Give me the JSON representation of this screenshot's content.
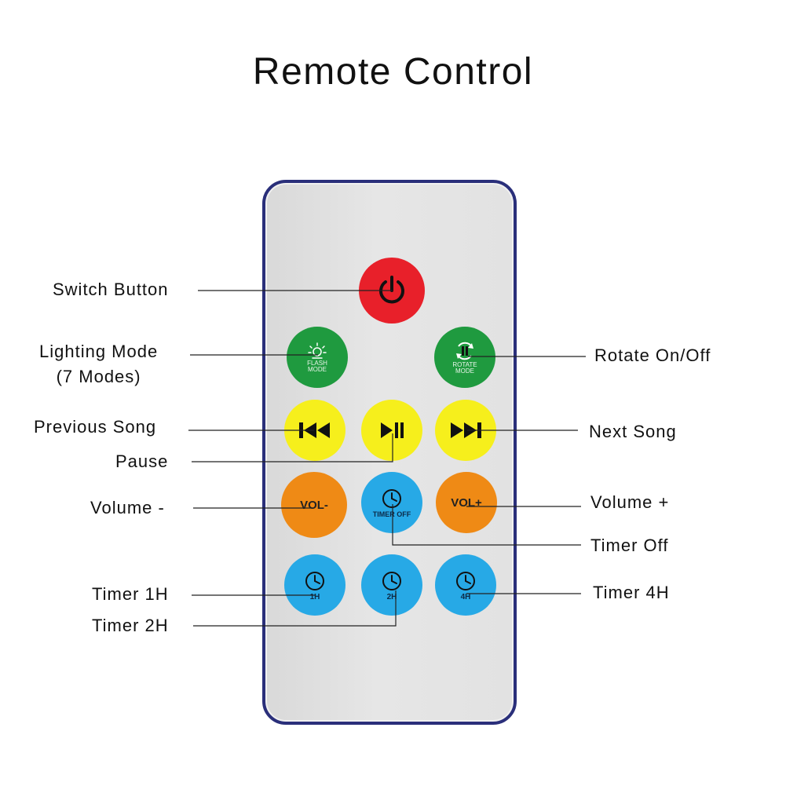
{
  "title": "Remote Control",
  "buttons": {
    "flash_cap_1": "FLASH",
    "flash_cap_2": "MODE",
    "rotate_cap_1": "ROTATE",
    "rotate_cap_2": "MODE",
    "vol_minus": "VOL-",
    "vol_plus": "VOL+",
    "timer_off": "TIMER OFF",
    "timer_1h": "1H",
    "timer_2h": "2H",
    "timer_4h": "4H"
  },
  "labels": {
    "switch": "Switch Button",
    "lighting_1": "Lighting Mode",
    "lighting_2": "(7 Modes)",
    "rotate": "Rotate On/Off",
    "previous": "Previous Song",
    "next": "Next Song",
    "pause": "Pause",
    "volume_minus": "Volume -",
    "volume_plus": "Volume +",
    "timer_off": "Timer Off",
    "timer_1h": "Timer 1H",
    "timer_4h": "Timer 4H",
    "timer_2h": "Timer 2H"
  },
  "colors": {
    "power": "#e8202a",
    "mode": "#1f9a3f",
    "track": "#f6ef1c",
    "volume": "#ef8a15",
    "timer": "#27a9e6",
    "remote_border": "#2a2f7a"
  },
  "icons": {
    "power": "power-icon",
    "flash": "sun-icon",
    "rotate": "rotate-icon",
    "previous": "previous-track-icon",
    "play_pause": "play-pause-icon",
    "next": "next-track-icon",
    "clock": "clock-icon"
  }
}
